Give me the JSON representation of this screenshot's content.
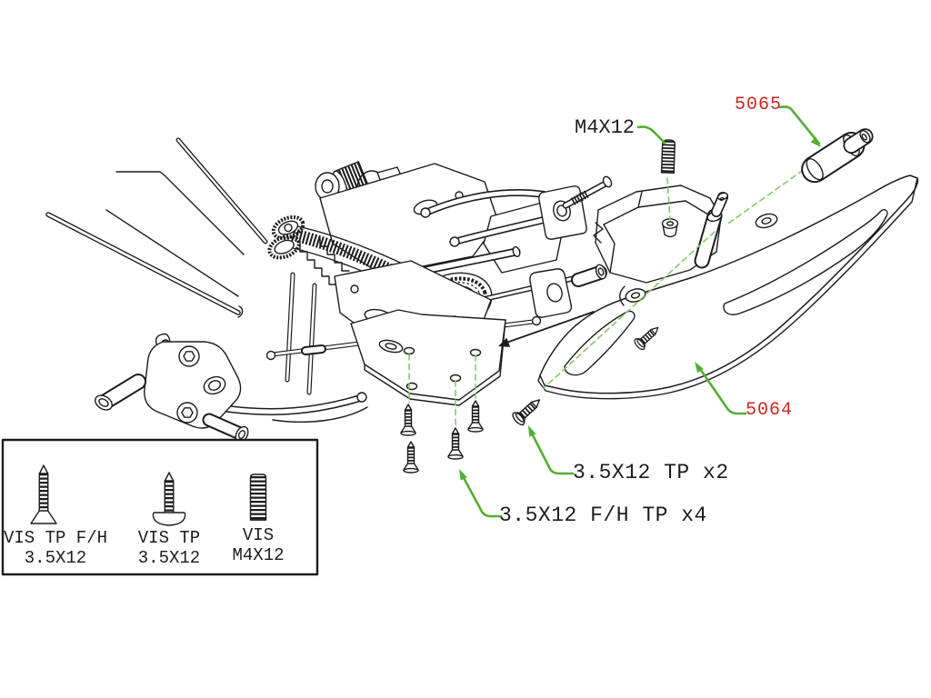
{
  "diagram": {
    "type": "exploded-assembly-diagram",
    "callouts": {
      "set_screw": "M4X12",
      "body_post_part_number": "5065",
      "bumper_part_number": "5064",
      "tp_screws": "3.5X12 TP x2",
      "fh_screws": "3.5X12 F/H TP x4"
    },
    "legend": {
      "items": [
        {
          "icon": "flat-head-tapping-screw-icon",
          "line1": "VIS TP F/H",
          "line2": "3.5X12"
        },
        {
          "icon": "pan-head-tapping-screw-icon",
          "line1": "VIS TP",
          "line2": "3.5X12"
        },
        {
          "icon": "set-screw-icon",
          "line1": "VIS",
          "line2": "M4X12"
        }
      ]
    },
    "colors": {
      "leader_green": "#54ae33",
      "dashed_green": "#86c96a",
      "part_number_red": "#c8281e",
      "ink": "#1c1c1c"
    }
  }
}
